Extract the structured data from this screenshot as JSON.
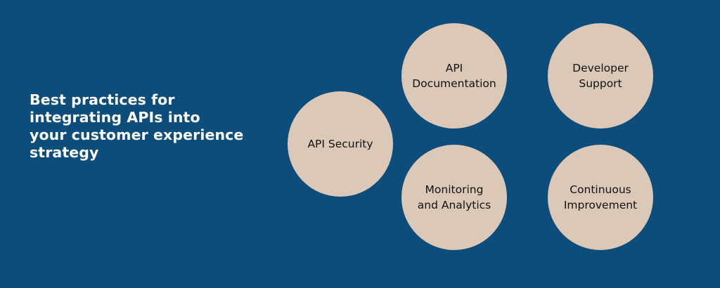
{
  "heading": {
    "lines": [
      "Best practices for",
      "integrating APIs into",
      "your customer experience",
      "strategy"
    ]
  },
  "nodes": [
    {
      "lines": [
        "API Security"
      ]
    },
    {
      "lines": [
        "API",
        "Documentation"
      ]
    },
    {
      "lines": [
        "Developer",
        "Support"
      ]
    },
    {
      "lines": [
        "Monitoring",
        "and Analytics"
      ]
    },
    {
      "lines": [
        "Continuous",
        "Improvement"
      ]
    }
  ],
  "colors": {
    "background": "#0c4d7b",
    "circle_fill": "#dcc8b7",
    "heading_text": "#ffffff",
    "node_text": "#111111"
  }
}
